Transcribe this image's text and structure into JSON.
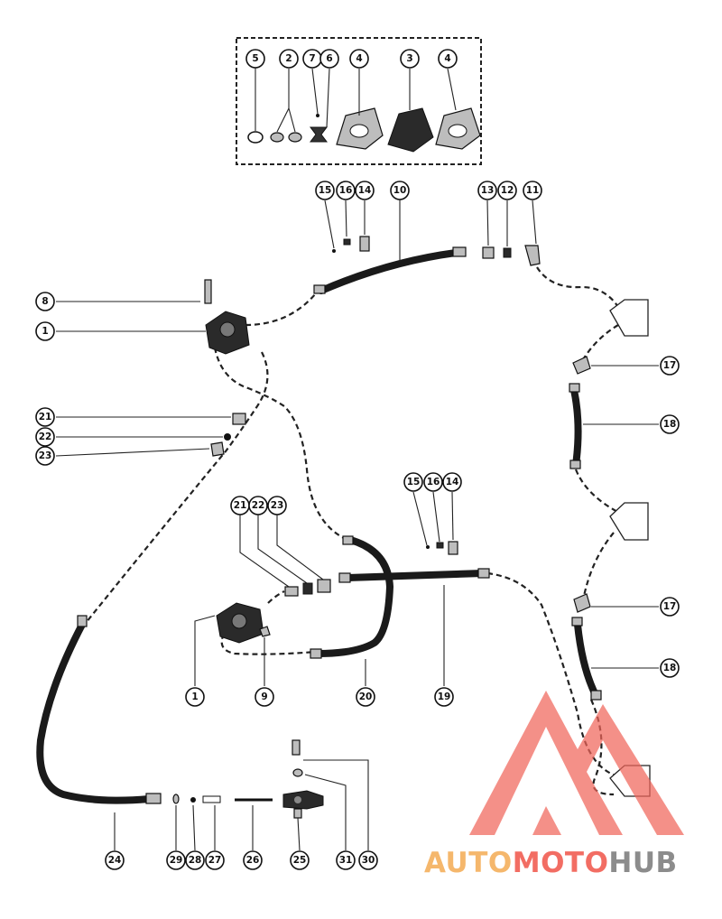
{
  "diagram": {
    "callouts": {
      "c5": "5",
      "c2": "2",
      "c7": "7",
      "c6": "6",
      "c4a": "4",
      "c3": "3",
      "c4b": "4",
      "c15a": "15",
      "c16a": "16",
      "c14a": "14",
      "c10": "10",
      "c13": "13",
      "c12": "12",
      "c11": "11",
      "c8": "8",
      "c1a": "1",
      "c17a": "17",
      "c18a": "18",
      "c21a": "21",
      "c22a": "22",
      "c23a": "23",
      "c21b": "21",
      "c22b": "22",
      "c23b": "23",
      "c15b": "15",
      "c16b": "16",
      "c14b": "14",
      "c17b": "17",
      "c18b": "18",
      "c1b": "1",
      "c9": "9",
      "c20": "20",
      "c19": "19",
      "c24": "24",
      "c29": "29",
      "c28": "28",
      "c27": "27",
      "c26": "26",
      "c25": "25",
      "c31": "31",
      "c30": "30"
    }
  },
  "watermark": {
    "text_auto": "AUTO",
    "text_moto": "MOTO",
    "text_hub": "HUB",
    "color_auto": "#f5b76c",
    "color_moto": "#f26d63",
    "color_hub": "#8c8c8c",
    "logo_color": "#f0655a"
  }
}
